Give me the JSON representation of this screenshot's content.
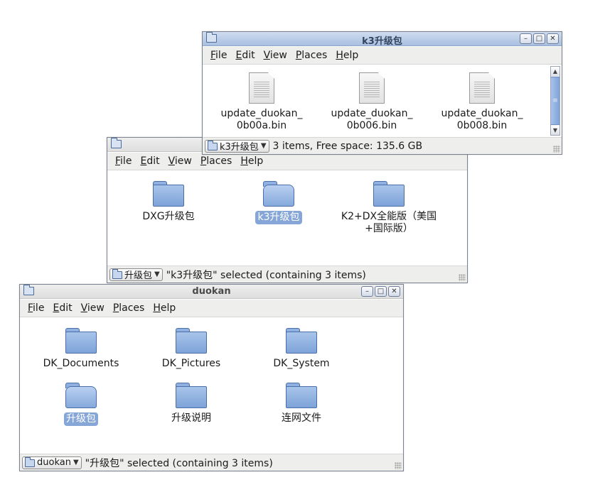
{
  "menu": [
    "File",
    "Edit",
    "View",
    "Places",
    "Help"
  ],
  "windows": {
    "k3": {
      "title": "k3升级包",
      "items": [
        {
          "label": "update_duokan_\n0b00a.bin",
          "type": "file"
        },
        {
          "label": "update_duokan_\n0b006.bin",
          "type": "file"
        },
        {
          "label": "update_duokan_\n0b008.bin",
          "type": "file"
        }
      ],
      "location": "k3升级包",
      "status": "3 items, Free space: 135.6 GB"
    },
    "upgrade": {
      "title": "",
      "items": [
        {
          "label": "DXG升级包",
          "type": "folder"
        },
        {
          "label": "k3升级包",
          "type": "folder",
          "selected": true
        },
        {
          "label": "K2+DX全能版（美国\n+国际版）",
          "type": "folder"
        }
      ],
      "location": "升级包",
      "status": "\"k3升级包\" selected (containing 3 items)"
    },
    "duokan": {
      "title": "duokan",
      "items": [
        {
          "label": "DK_Documents",
          "type": "folder"
        },
        {
          "label": "DK_Pictures",
          "type": "folder"
        },
        {
          "label": "DK_System",
          "type": "folder"
        },
        {
          "label": "升级包",
          "type": "folder",
          "selected": true
        },
        {
          "label": "升级说明",
          "type": "folder"
        },
        {
          "label": "连网文件",
          "type": "folder"
        }
      ],
      "location": "duokan",
      "status": "\"升级包\" selected (containing 3 items)"
    }
  },
  "buttons": {
    "minimize": "–",
    "maximize": "□",
    "close": "✕"
  },
  "colors": {
    "selection": "#86a6d8",
    "titlebar_active": "#a9c0e1",
    "folder": "#8fb0e0"
  }
}
